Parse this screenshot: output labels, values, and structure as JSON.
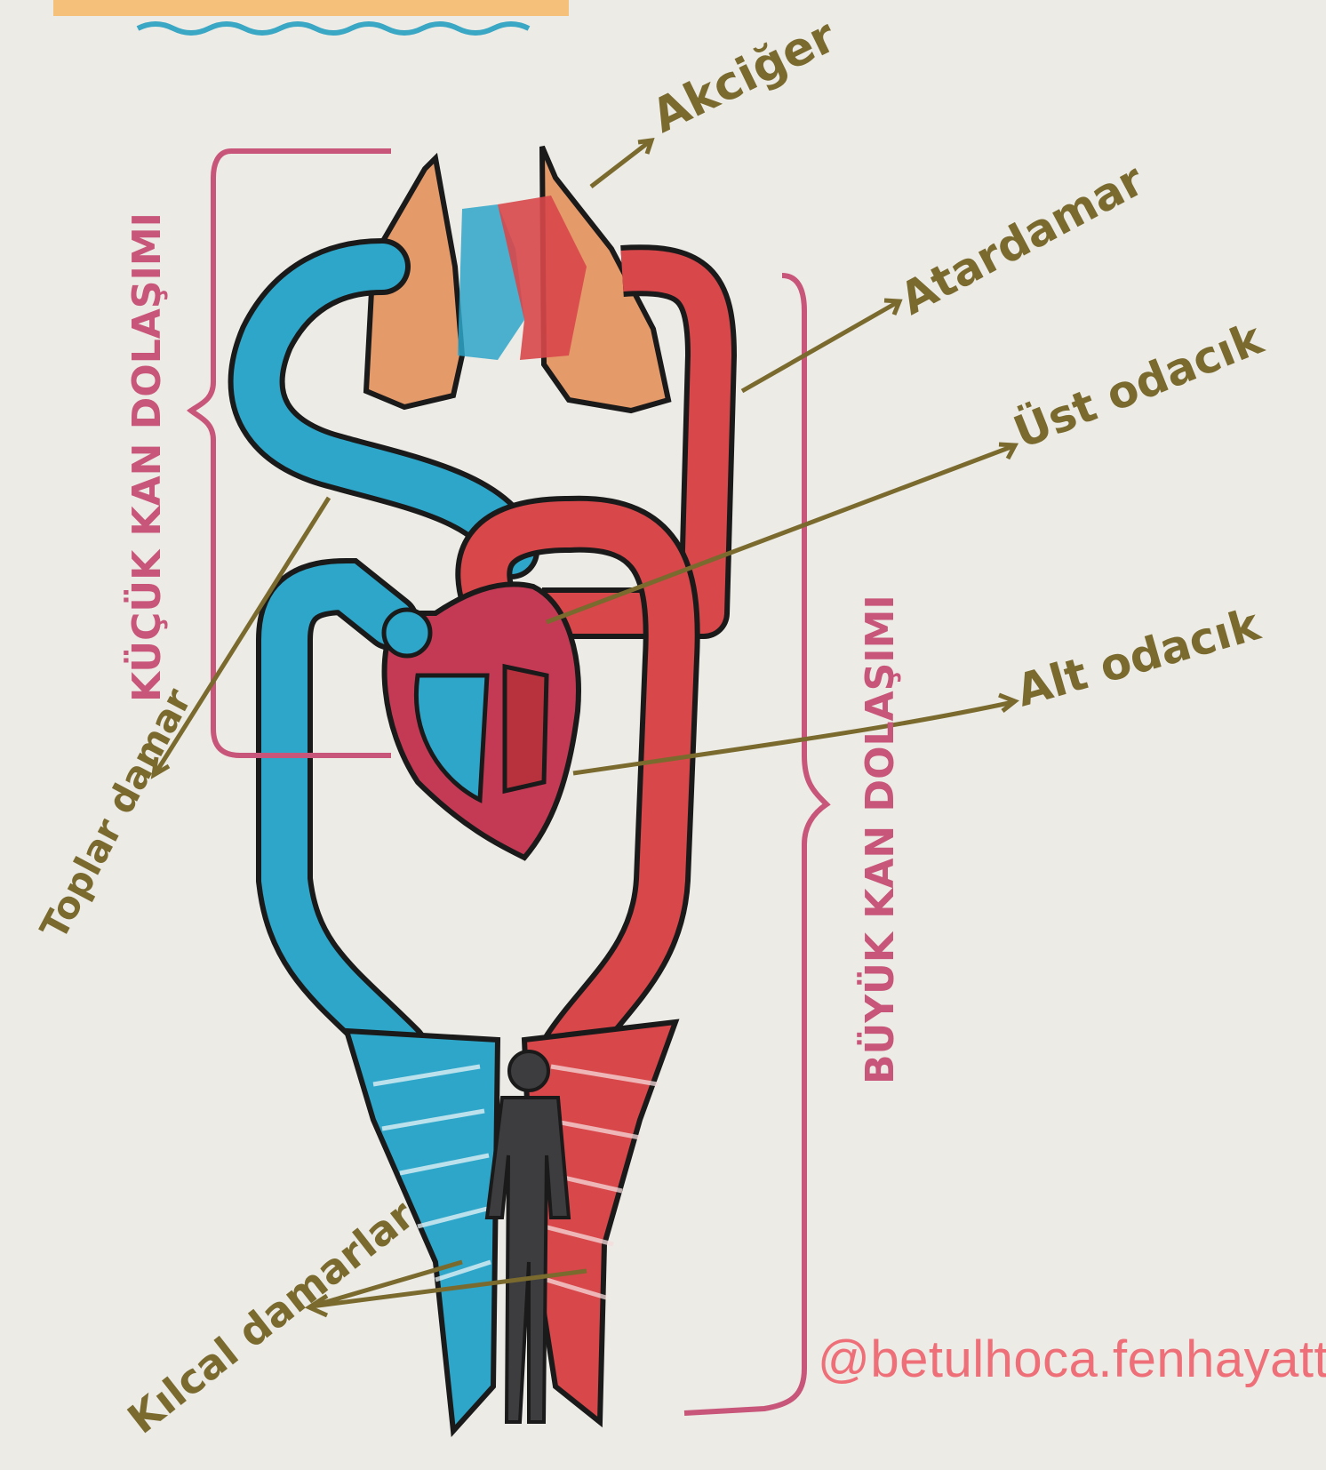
{
  "labels": {
    "lung": "Akciğer",
    "artery": "Atardamar",
    "atrium": "Üst odacık",
    "ventricle": "Alt odacık",
    "vein": "Toplar damar",
    "capillaries": "Kılcal damarlar",
    "pulmonary_circulation": "KÜÇÜK KAN DOLAŞIMI",
    "systemic_circulation": "BÜYÜK KAN DOLAŞIMI"
  },
  "watermark": "@betulhoca.fenhayatt",
  "colors": {
    "paper": "#ecebe6",
    "oxygen_poor_blood": "#2ea6c9",
    "oxygen_rich_blood": "#d8474a",
    "heart": "#c43a55",
    "lung": "#e59a6a",
    "outline": "#1a1a1a",
    "label_ink": "#7a6a2e",
    "bracket_ink": "#c8557a",
    "watermark": "#ef6f78",
    "human_figure": "#3d3d3f"
  }
}
